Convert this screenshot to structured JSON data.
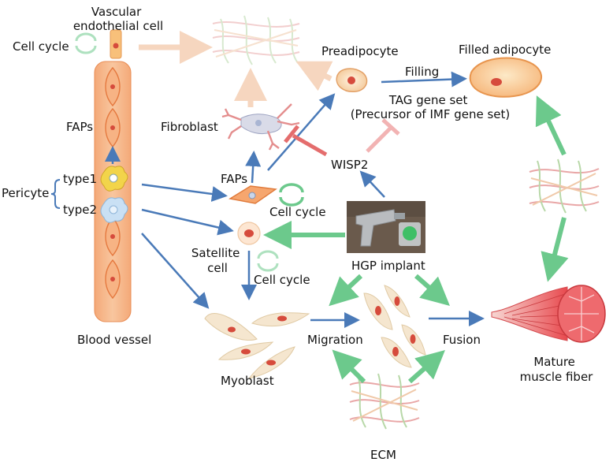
{
  "labels": {
    "vascular_endothelial_cell": [
      "Vascular",
      "endothelial cell"
    ],
    "cell_cycle": "Cell cycle",
    "faps": "FAPs",
    "pericyte": "Pericyte",
    "type1": "type1",
    "type2": "type2",
    "blood_vessel": "Blood vessel",
    "fibroblast": "Fibroblast",
    "preadipocyte": "Preadipocyte",
    "filled_adipocyte": "Filled adipocyte",
    "filling": "Filling",
    "tag_gene_set": [
      "TAG gene set",
      "(Precursor of IMF gene set)"
    ],
    "wisp2": "WISP2",
    "satellite_cell": [
      "Satellite",
      "cell"
    ],
    "hgp_implant": "HGP implant",
    "myoblast": "Myoblast",
    "migration": "Migration",
    "fusion": "Fusion",
    "ecm": "ECM",
    "mature_muscle_fiber": [
      "Mature",
      "muscle fiber"
    ]
  },
  "colors": {
    "blue_arrow": "#4a7ab8",
    "green_arrow": "#6cc98c",
    "faded_arrow": "#f6d6bf",
    "inhibit_red": "#e46d6d",
    "inhibit_pink": "#f2b3b3",
    "vessel": "#f6b98a",
    "vessel_cell": "#f08a4b",
    "cell_nucleus": "#d64b3c",
    "muscle": "#e64b50"
  }
}
